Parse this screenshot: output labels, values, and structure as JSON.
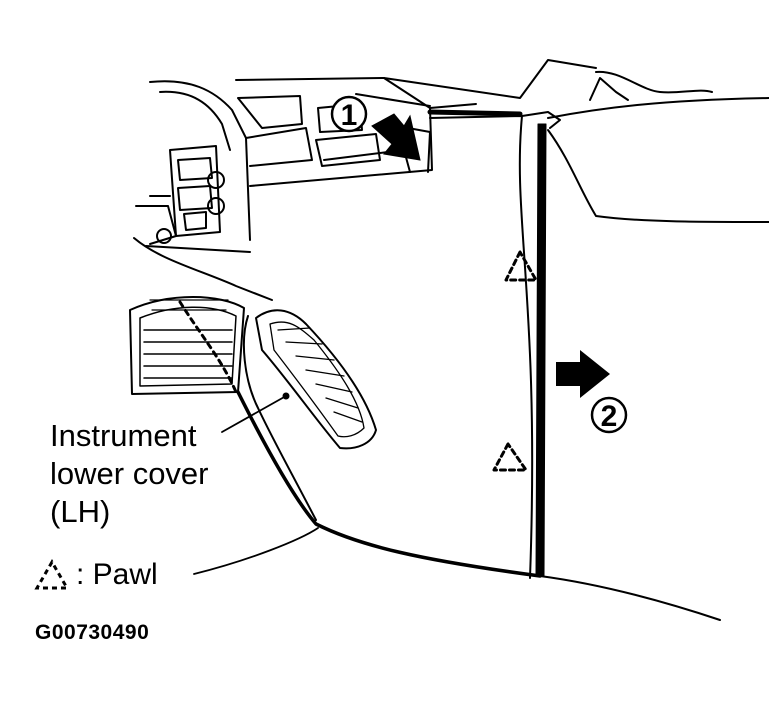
{
  "diagram": {
    "callouts": [
      "1",
      "2"
    ],
    "labels": {
      "cover": "Instrument\nlower cover\n(LH)",
      "pawl_legend": ": Pawl",
      "figure_code": "G00730490"
    },
    "icons": {
      "pawl_symbol": "dashed-triangle-icon",
      "direction_arrows": "arrow-right-icon"
    },
    "colors": {
      "ink": "#000000",
      "paper": "#ffffff"
    }
  }
}
